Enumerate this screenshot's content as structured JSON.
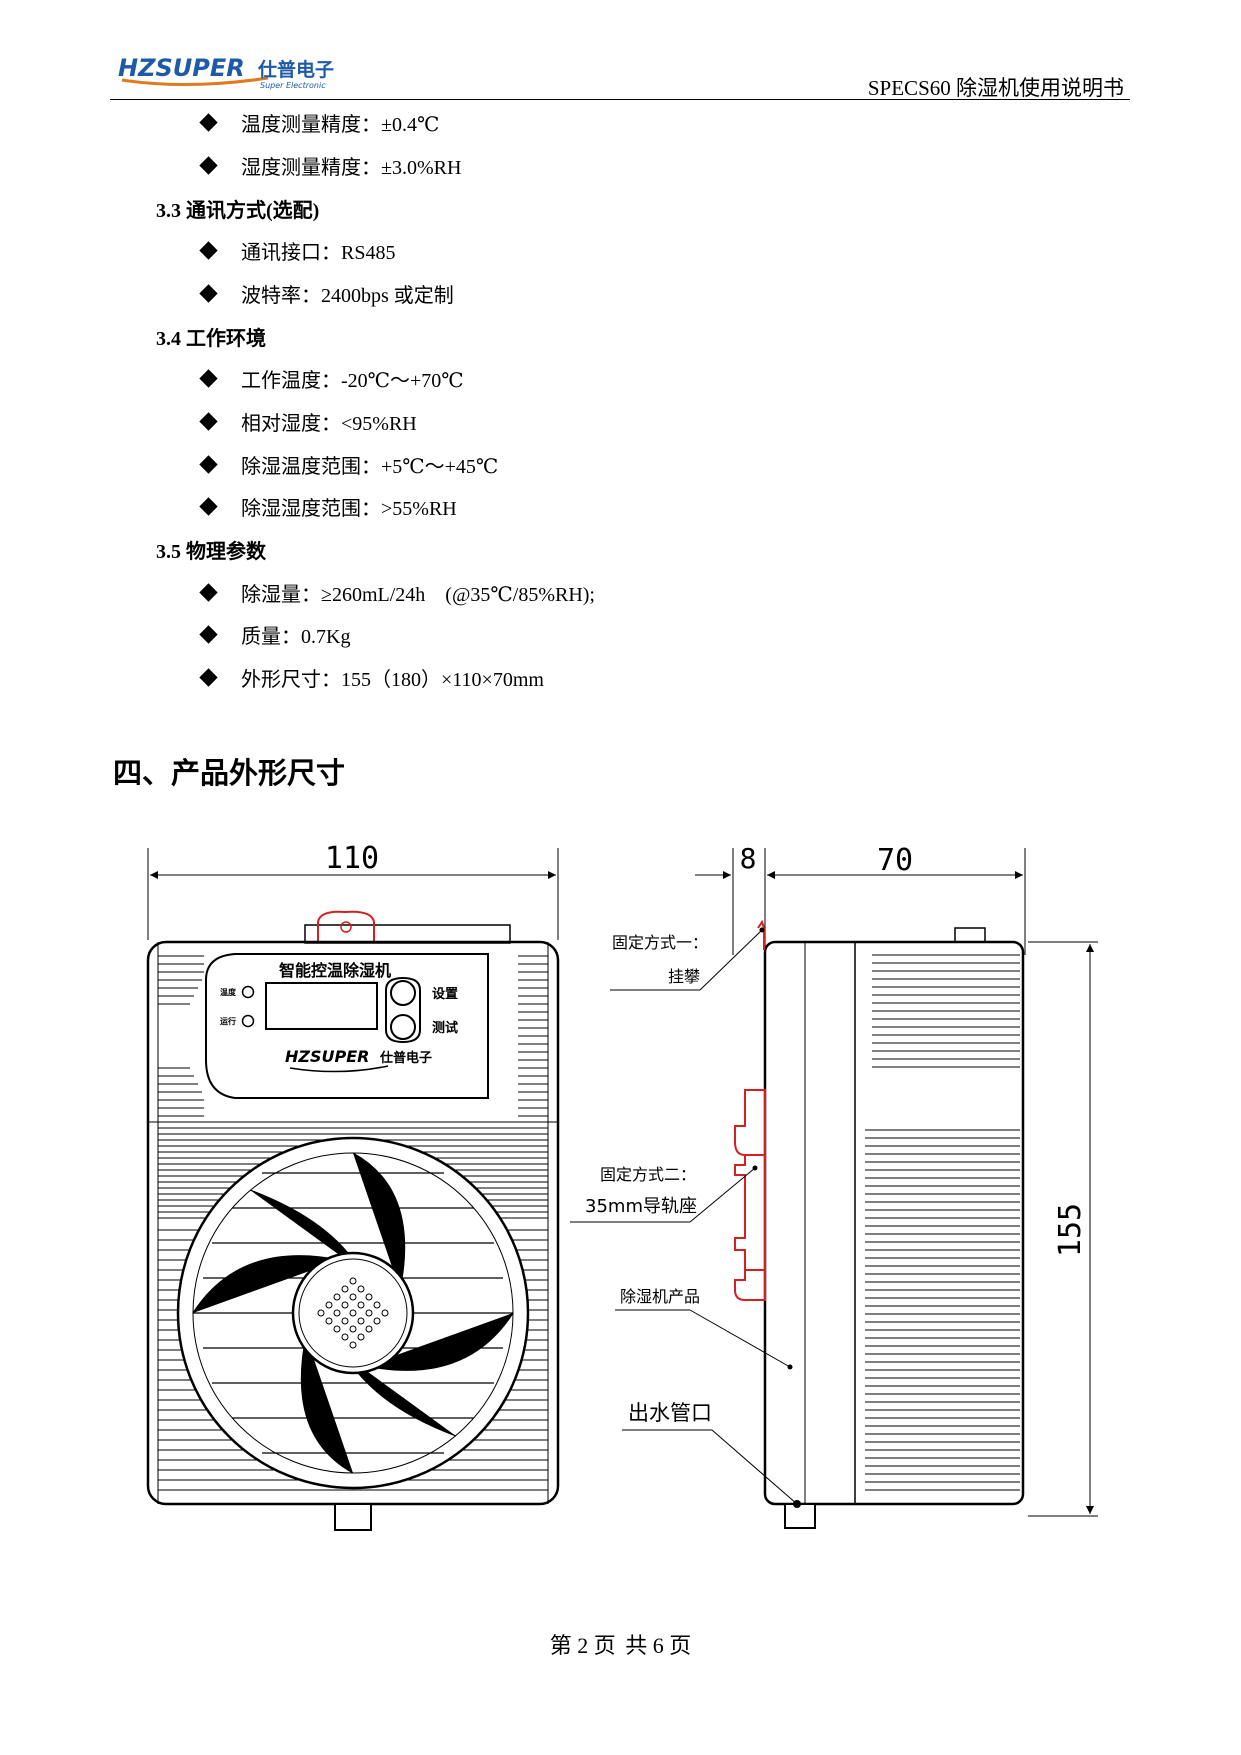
{
  "header": {
    "logo_text": "HZSUPER",
    "logo_cn": "仕普电子",
    "logo_sub": "Super Electronic",
    "doc_title": "SPECS60 除湿机使用说明书"
  },
  "specs": {
    "temp_accuracy": "温度测量精度：±0.4℃",
    "humidity_accuracy": "湿度测量精度：±3.0%RH",
    "sec_3_3": "3.3 通讯方式(选配)",
    "comm_interface": "通讯接口：RS485",
    "baud_rate": "波特率：2400bps 或定制",
    "sec_3_4": "3.4 工作环境",
    "work_temp": "工作温度：-20℃～+70℃",
    "rel_humidity": "相对湿度：<95%RH",
    "dehum_temp_range": "除湿温度范围：+5℃～+45℃",
    "dehum_humidity_range": "除湿湿度范围：>55%RH",
    "sec_3_5": "3.5 物理参数",
    "dehum_capacity": "除湿量：≥260mL/24h　(@35℃/85%RH);",
    "mass": "质量：0.7Kg",
    "dimensions": "外形尺寸：155（180）×110×70mm"
  },
  "section_title": "四、产品外形尺寸",
  "drawing": {
    "dim_width": "110",
    "dim_clip": "8",
    "dim_depth": "70",
    "dim_height": "155",
    "panel_title": "智能控温除湿机",
    "panel_label_temp": "温度",
    "panel_label_run": "运行",
    "btn_set": "设置",
    "btn_test": "测试",
    "panel_logo": "HZSUPER",
    "panel_logo_cn": "仕普电子",
    "mount_method_1": "固定方式一：",
    "mount_method_1_item": "挂攀",
    "mount_method_2": "固定方式二：",
    "mount_method_2_item": "35mm导轨座",
    "product_label": "除湿机产品",
    "outlet_label": "出水管口"
  },
  "footer": {
    "page_label": "第 2 页",
    "total_label": "共 6 页"
  }
}
